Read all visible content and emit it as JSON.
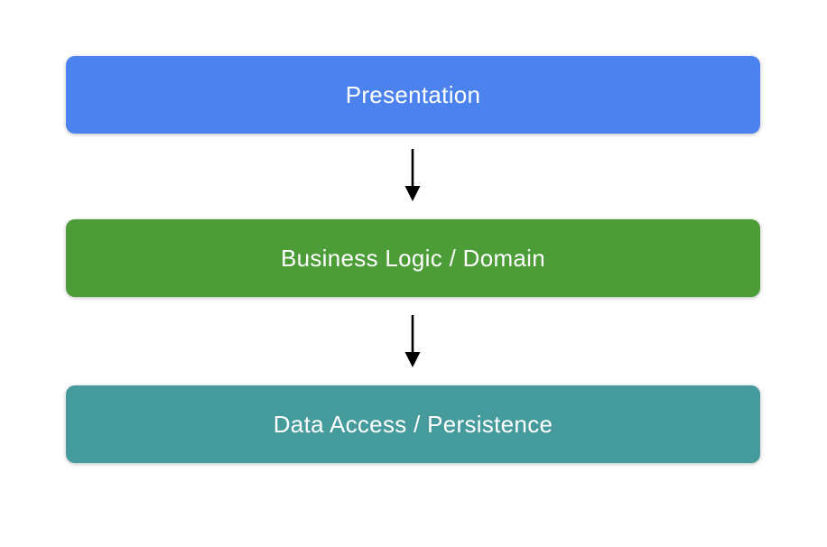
{
  "canvas": {
    "background": "#ffffff"
  },
  "diagram": {
    "type": "layered-architecture-flow",
    "layers": [
      {
        "id": "presentation",
        "label": "Presentation",
        "fill": "#4b82ee",
        "text_color": "#ffffff"
      },
      {
        "id": "business-logic",
        "label": "Business Logic / Domain",
        "fill": "#4c9d38",
        "text_color": "#ffffff"
      },
      {
        "id": "data-access",
        "label": "Data Access / Persistence",
        "fill": "#459a9c",
        "text_color": "#ffffff"
      }
    ],
    "arrows": [
      {
        "from": "presentation",
        "to": "business-logic",
        "direction": "down",
        "color": "#000000"
      },
      {
        "from": "business-logic",
        "to": "data-access",
        "direction": "down",
        "color": "#000000"
      }
    ]
  }
}
